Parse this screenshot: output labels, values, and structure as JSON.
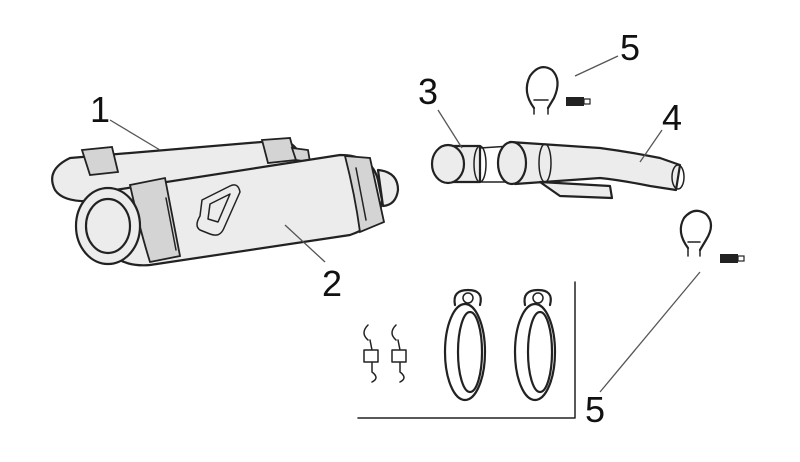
{
  "callouts": {
    "c1": "1",
    "c2": "2",
    "c3": "3",
    "c4": "4",
    "c5_top": "5",
    "c5_bottom": "5"
  },
  "parts": [
    {
      "callout": "1",
      "icon": "rear-silencer-icon"
    },
    {
      "callout": "2",
      "icon": "front-silencer-icon"
    },
    {
      "callout": "3",
      "icon": "link-pipe-short-icon"
    },
    {
      "callout": "4",
      "icon": "link-pipe-curved-icon"
    },
    {
      "callout": "5",
      "icon": "pipe-clamp-with-bolt-icon"
    }
  ],
  "colors": {
    "line": "#222222",
    "fill": "#ececec",
    "band": "#d4d4d4",
    "background": "#ffffff"
  }
}
